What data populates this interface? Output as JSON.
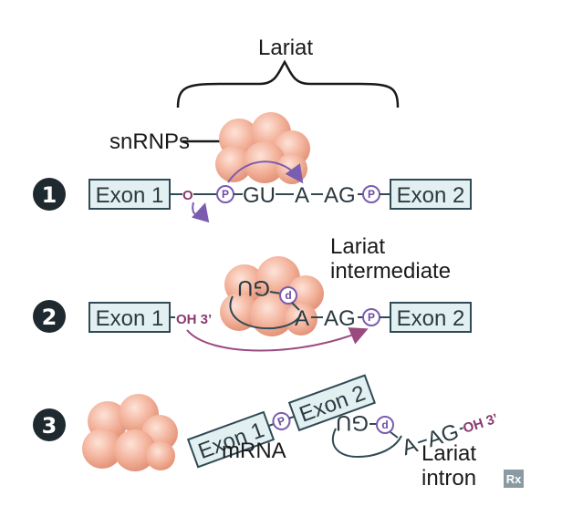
{
  "labels": {
    "lariat": "Lariat",
    "snrnps": "snRNPs",
    "lariat_intermediate_line1": "Lariat",
    "lariat_intermediate_line2": "intermediate",
    "mrna": "mRNA",
    "lariat_intron_line1": "Lariat",
    "lariat_intron_line2": "intron",
    "logo": "Rx"
  },
  "steps": [
    "1",
    "2",
    "3"
  ],
  "exons": {
    "exon1": "Exon 1",
    "exon2": "Exon 2"
  },
  "sequence": {
    "gu": "GU",
    "a": "A",
    "ag": "AG",
    "o": "O",
    "p": "P",
    "oh3": "OH 3’",
    "gu_loop": "GU",
    "d": "d"
  },
  "colors": {
    "exon_fill": "#e3f0f2",
    "exon_stroke": "#2f4a55",
    "snrnp_fill": "#f0a890",
    "snrnp_highlight": "#fbd9cc",
    "phosphate": "#7a5cb0",
    "oh_label": "#8a3a6e",
    "step_circle": "#1f2a30"
  }
}
